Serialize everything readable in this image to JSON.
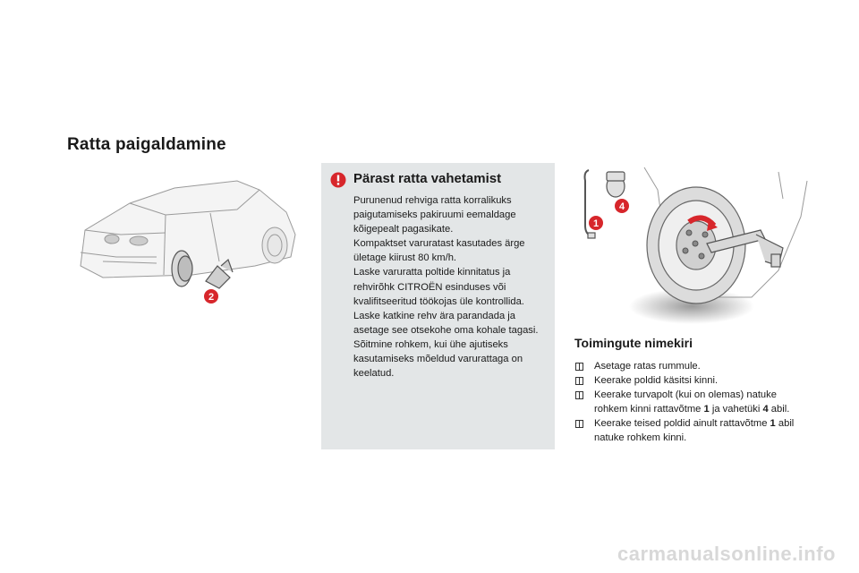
{
  "page": {
    "title": "Ratta paigaldamine"
  },
  "figure_left": {
    "callout": "2"
  },
  "figure_right": {
    "callouts": [
      "4",
      "1"
    ]
  },
  "warning": {
    "title": "Pärast ratta vahetamist",
    "paragraphs": [
      "Purunenud rehviga ratta korralikuks paigutamiseks pakiruumi eemaldage kõigepealt pagasikate.",
      "Kompaktset varuratast kasutades ärge ületage kiirust 80 km/h.",
      "Laske varuratta poltide kinnitatus ja rehvirõhk CITROËN esinduses või kvalifitseeritud töökojas üle kontrollida.",
      "Laske katkine rehv ära parandada ja asetage see otsekohe oma kohale tagasi.",
      "Sõitmine rohkem, kui ühe ajutiseks kasutamiseks mõeldud varurattaga on keelatud."
    ]
  },
  "checklist": {
    "title": "Toimingute nimekiri",
    "steps": [
      {
        "before": "Asetage ratas rummule.",
        "bold1": "",
        "middle": "",
        "bold2": "",
        "after": ""
      },
      {
        "before": "Keerake poldid käsitsi kinni.",
        "bold1": "",
        "middle": "",
        "bold2": "",
        "after": ""
      },
      {
        "before": "Keerake turvapolt (kui on olemas) natuke rohkem kinni rattavõtme ",
        "bold1": "1",
        "middle": " ja vahetüki ",
        "bold2": "4",
        "after": " abil."
      },
      {
        "before": "Keerake teised poldid ainult rattavõtme ",
        "bold1": "1",
        "middle": " abil natuke rohkem kinni.",
        "bold2": "",
        "after": ""
      }
    ]
  },
  "watermark": "carmanualsonline.info",
  "colors": {
    "callout_red": "#d7262b",
    "warning_bg": "#e3e6e7"
  }
}
